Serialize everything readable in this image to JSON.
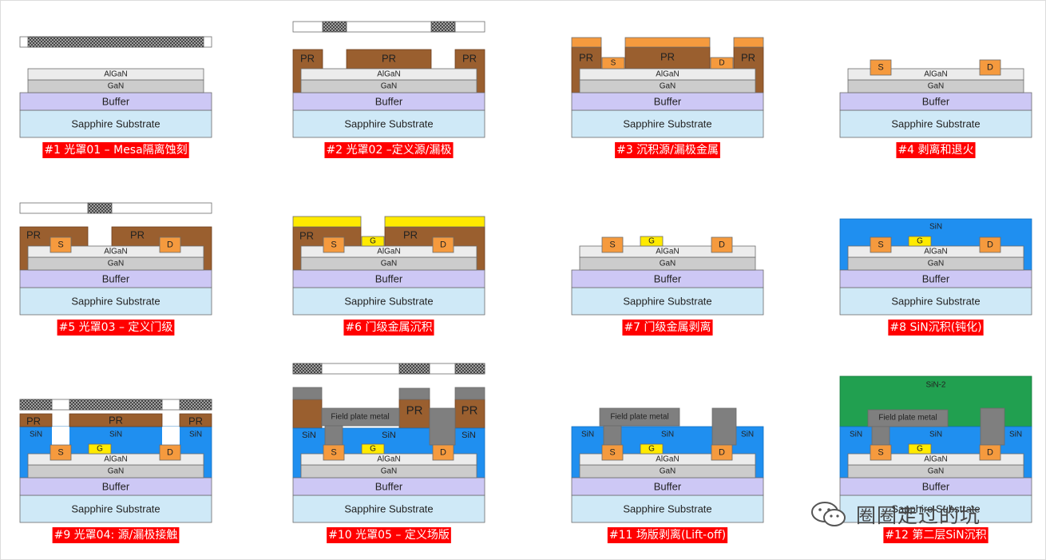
{
  "colors": {
    "substrate": "#cfe9f7",
    "buffer": "#cdc8f5",
    "gan": "#cccccc",
    "algan": "#ececec",
    "pr": "#9a5f2f",
    "sd": "#f59a3e",
    "gate": "#ffea00",
    "sin": "#1f8ff0",
    "sin2": "#21a050",
    "fieldplate": "#7f7f7f",
    "caption_bg": "#ff0000"
  },
  "layers": {
    "substrate": "Sapphire Substrate",
    "buffer": "Buffer",
    "gan": "GaN",
    "algan": "AlGaN",
    "pr": "PR",
    "s": "S",
    "d": "D",
    "g": "G",
    "sin": "SiN",
    "sin2": "SiN-2",
    "fieldplate": "Field plate metal"
  },
  "steps": [
    {
      "caption": "#1 光罩01 – Mesa隔离蚀刻"
    },
    {
      "caption": "#2 光罩02 –定义源/漏极"
    },
    {
      "caption": "#3 沉积源/漏极金属"
    },
    {
      "caption": "#4 剥离和退火"
    },
    {
      "caption": "#5 光罩03 – 定义门级"
    },
    {
      "caption": "#6 门级金属沉积"
    },
    {
      "caption": "#7 门级金属剥离"
    },
    {
      "caption": "#8 SiN沉积(钝化)"
    },
    {
      "caption": "#9 光罩04: 源/漏极接触"
    },
    {
      "caption": "#10 光罩05 – 定义场版"
    },
    {
      "caption": "#11 场版剥离(Lift-off)"
    },
    {
      "caption": "#12 第二层SiN沉积"
    }
  ],
  "watermark": {
    "text": "圈圈走过的坑",
    "icon": "wechat-icon"
  }
}
